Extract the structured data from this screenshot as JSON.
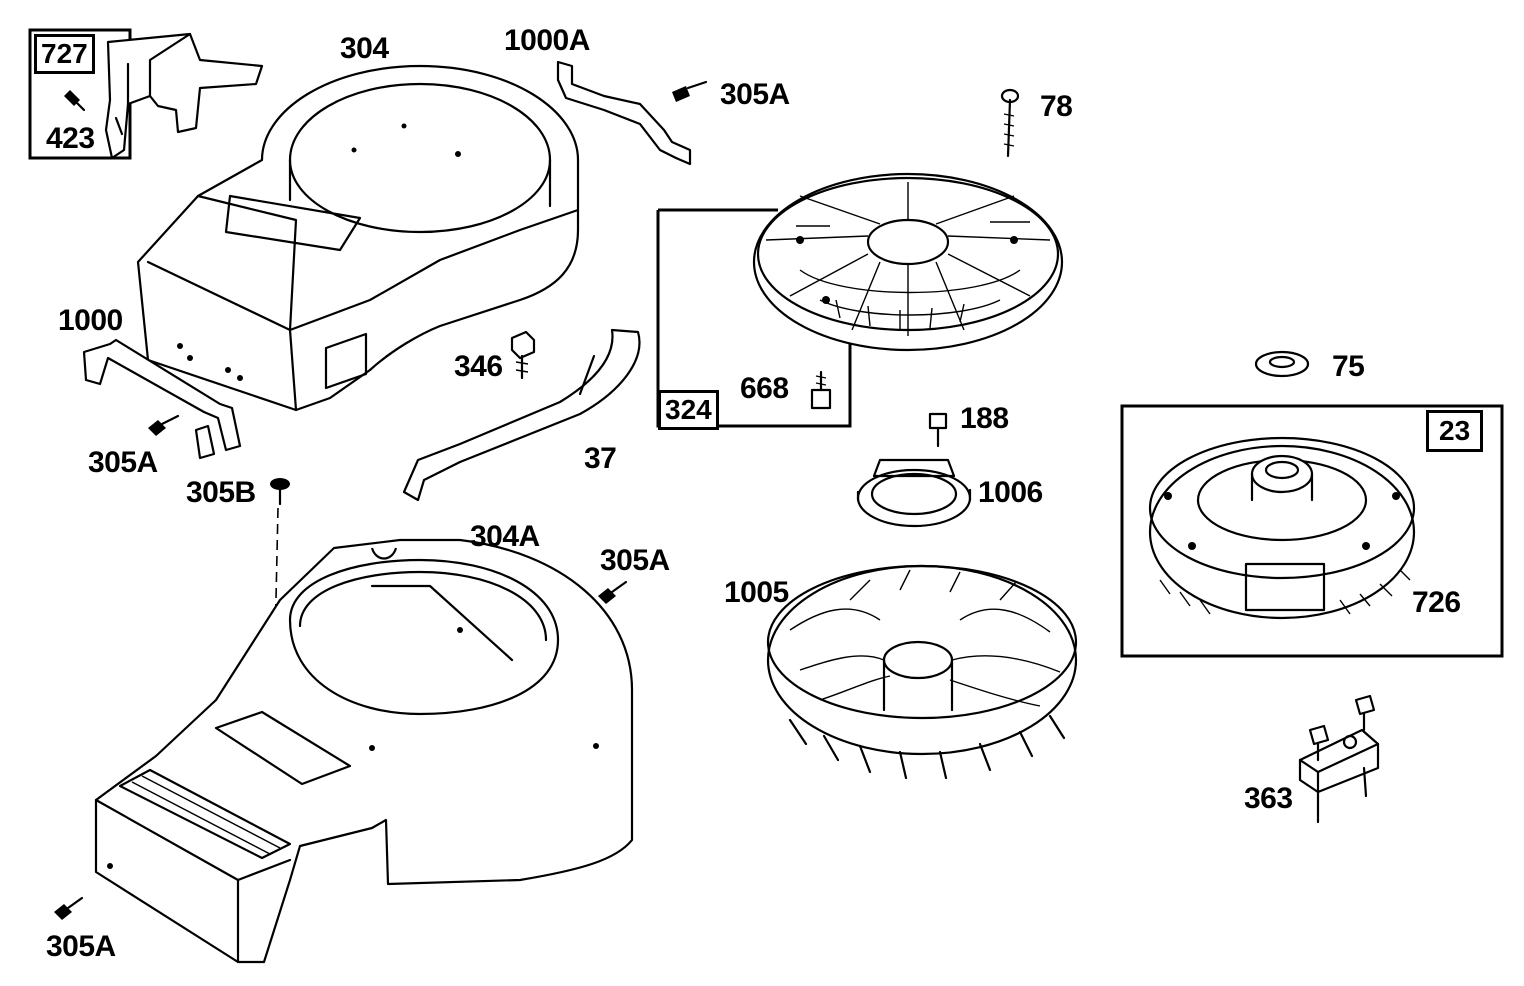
{
  "parts": {
    "p727": "727",
    "p423": "423",
    "p304": "304",
    "p1000A": "1000A",
    "p305A_top": "305A",
    "p78": "78",
    "p1000": "1000",
    "p346": "346",
    "p305A_left": "305A",
    "p305B": "305B",
    "p37": "37",
    "p324": "324",
    "p668": "668",
    "p75": "75",
    "p188": "188",
    "p1006": "1006",
    "p23": "23",
    "p304A": "304A",
    "p305A_mid": "305A",
    "p1005": "1005",
    "p726": "726",
    "p363": "363",
    "p305A_bottom": "305A"
  }
}
